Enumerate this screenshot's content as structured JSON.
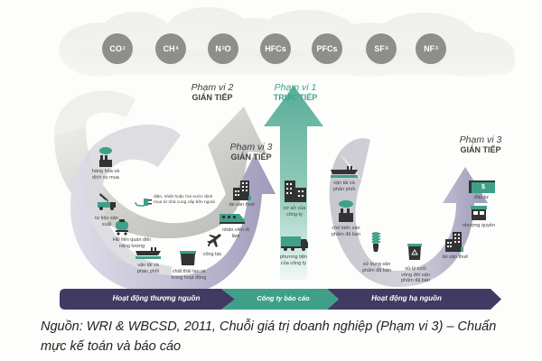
{
  "gases": [
    {
      "base": "CO",
      "sub": "2"
    },
    {
      "base": "CH",
      "sub": "4"
    },
    {
      "base": "N",
      "sub": "2",
      "tail": "O"
    },
    {
      "base": "HFCs",
      "sub": ""
    },
    {
      "base": "PFCs",
      "sub": ""
    },
    {
      "base": "SF",
      "sub": "6"
    },
    {
      "base": "NF",
      "sub": "3"
    }
  ],
  "scopes": {
    "scope2": {
      "name": "Phạm vi 2",
      "kind": "GIÁN TIẾP"
    },
    "scope1": {
      "name": "Phạm vi 1",
      "kind": "TRỰC TIẾP"
    },
    "scope3_upstream": {
      "name": "Phạm vi 3",
      "kind": "GIÁN TIẾP"
    },
    "scope3_downstream": {
      "name": "Phạm vi 3",
      "kind": "GIÁN TIẾP"
    }
  },
  "upstream_items": {
    "purchased_goods": "hàng hóa và dịch vụ mua",
    "capital_goods": "tư liệu sản xuất",
    "energy_activities": "HĐ liên quan đến năng lượng",
    "transport": "vận tải và phân phối",
    "waste": "chất thải tạo ra trong hoạt động",
    "business_travel": "công tác",
    "commuting": "nhân viên đi làm",
    "leased_assets": "tài sản thuê"
  },
  "scope2_item": "điện, nhiệt hoặc hơi nước định mua từ nhà cung cấp bên ngoài",
  "scope1_items": {
    "facilities": "cơ sở của công ty",
    "vehicles": "phương tiện của công ty"
  },
  "downstream_items": {
    "transport": "vận tải và phân phối",
    "processing": "chế biến sản phẩm đã bán",
    "use": "sử dụng sản phẩm đã bán",
    "end_of_life": "xử lý cuối vòng đời sản phẩm đã bán",
    "leased_assets": "tài sản thuê",
    "franchises": "nhượng quyền",
    "investments": "đầu tư",
    "investment_symbol": "$"
  },
  "bar": {
    "upstream": "Hoạt động thượng nguồn",
    "company": "Công ty báo cáo",
    "downstream": "Hoạt động hạ nguồn"
  },
  "colors": {
    "teal": "#3fa08a",
    "purple_dark": "#413a62",
    "purple_light": "#a9a6c2",
    "gray_arrow": "#c2c4c0",
    "gas_circle": "#8e8e8b",
    "icon_dark": "#333333"
  },
  "caption": "Nguồn: WRI & WBCSD, 2011, Chuỗi giá trị doanh nghiệp (Phạm vi 3) – Chuẩn mực kế toán và báo cáo"
}
